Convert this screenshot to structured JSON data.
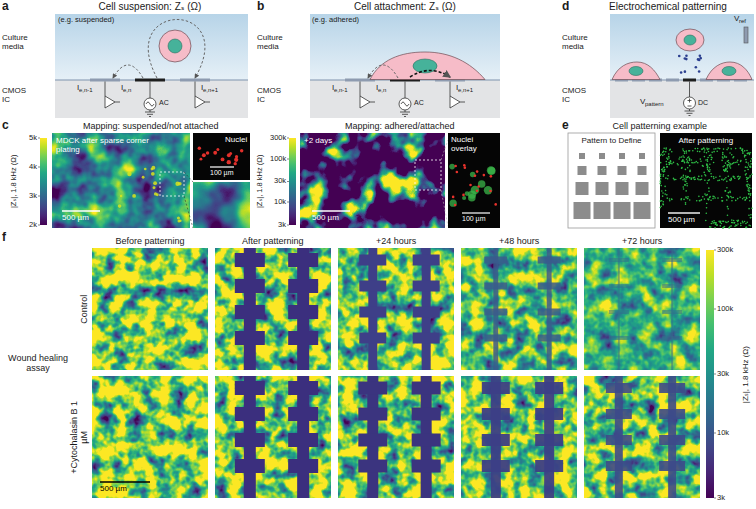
{
  "diagram": {
    "nodes": [
      {
        "text": [
          "Culture media",
          "(e.g. suspended)"
        ]
      },
      {
        "text": [
          "CMOS IC"
        ]
      },
      {
        "text": [
          "Culture media",
          "(e.g. adhered)"
        ]
      },
      {
        "text": [
          "CMOS IC"
        ]
      },
      {
        "text": [
          "Culture media"
        ]
      },
      {
        "text": [
          "CMOS IC"
        ]
      },
      {
        "text": [
          "MDCK after sparse corner plating",
          "500 µm"
        ]
      },
      {
        "text": [
          "Nuclei",
          "100 µm"
        ]
      },
      {
        "text": [
          "+2 days",
          "500 µm"
        ]
      },
      {
        "text": [
          "Nuclei overlay",
          "100 µm"
        ]
      },
      {
        "text": [
          "Pattern to Define"
        ]
      },
      {
        "text": [
          "After patterning",
          "500 µm"
        ]
      },
      {
        "text": [
          "500 µm"
        ]
      }
    ],
    "labels": [
      "a",
      "Cell suspension: Zₛ (Ω)",
      "I",
      "e,n-1",
      "I",
      "e,n",
      "I",
      "e,n+1",
      "AC",
      "b",
      "Cell attachment: Zₛ (Ω)",
      "I",
      "e,n-1",
      "I",
      "e,n",
      "I",
      "e,n+1",
      "AC",
      "d",
      "Electrochemical patterning",
      "V",
      "ref",
      "V",
      "pattern",
      "DC",
      "c",
      "Mapping: suspended/not attached",
      "5k",
      "4k",
      "3k",
      "2k",
      "|Zₛ|, 1.8 kHz (Ω)",
      "Mapping: adhered/attached",
      "300k",
      "100k",
      "30k",
      "10k",
      "3k",
      "|Zₛ|, 1.8 kHz (Ω)",
      "e",
      "Cell patterning example",
      "f",
      "Before patterning",
      "After patterning",
      "+24 hours",
      "+48 hours",
      "+72 hours",
      "Wound healing assay",
      "Control",
      "+Cytochalasin B 1 µM",
      "300k",
      "100k",
      "30k",
      "10k",
      "3k",
      "|Zₛ|, 1.8 kHz (Ω)"
    ]
  }
}
